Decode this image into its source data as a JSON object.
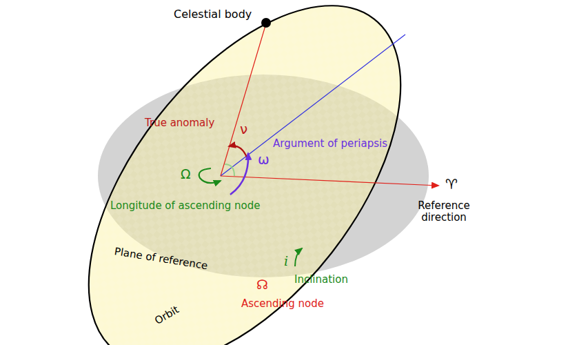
{
  "diagram": {
    "labels": [
      "Celestial body",
      "True anomaly",
      "ν",
      "Argument of periapsis",
      "ω",
      "Ω",
      "Longitude of ascending node",
      "♈",
      "Reference direction",
      "Plane of reference",
      "i",
      "Inclination",
      "☊",
      "Ascending node",
      "Orbit"
    ]
  }
}
